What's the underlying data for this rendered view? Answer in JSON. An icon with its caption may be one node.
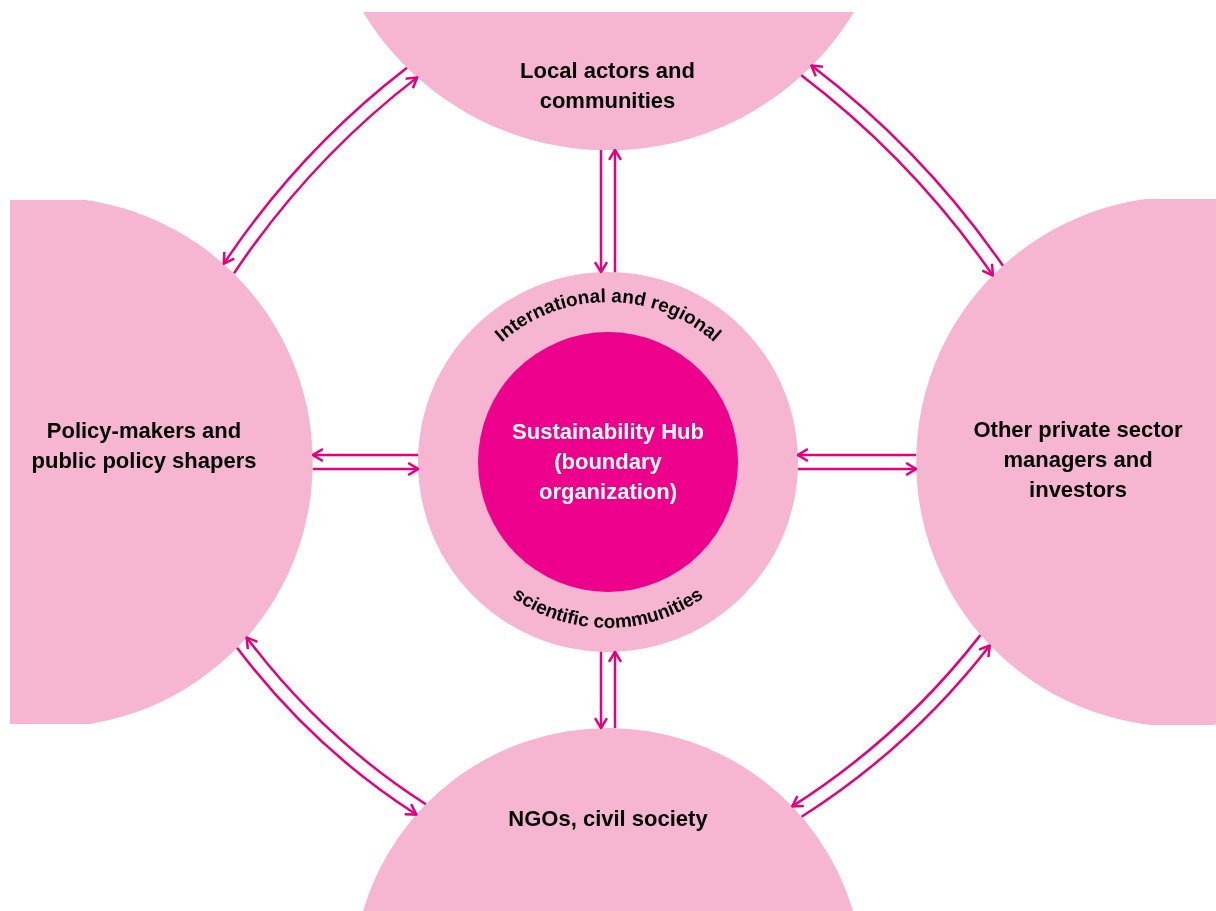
{
  "diagram": {
    "nodes": [
      {
        "text": [
          "Local actors and communities"
        ]
      },
      {
        "text": [
          "Policy-makers and public policy shapers"
        ]
      },
      {
        "text": [
          "International and regional",
          "scientific communities"
        ]
      },
      {
        "text": [
          "Sustainability Hub (boundary organization)"
        ],
        "in": 2
      },
      {
        "text": [
          "Other private sector managers and investors"
        ]
      },
      {
        "text": [
          "NGOs, civil society"
        ]
      }
    ],
    "edges": [
      {
        "from": 1,
        "to": 0,
        "arrow": "to"
      },
      {
        "from": 0,
        "to": 1,
        "arrow": "to"
      },
      {
        "from": 4,
        "to": 0,
        "arrow": "to"
      },
      {
        "from": 0,
        "to": 4,
        "arrow": "to"
      },
      {
        "from": 2,
        "to": 0,
        "arrow": "to"
      },
      {
        "from": 0,
        "to": 2,
        "arrow": "to"
      },
      {
        "from": 1,
        "to": 2,
        "arrow": "to"
      },
      {
        "from": 2,
        "to": 1,
        "arrow": "to"
      },
      {
        "from": 2,
        "to": 4,
        "arrow": "to"
      },
      {
        "from": 4,
        "to": 2,
        "arrow": "to"
      },
      {
        "from": 5,
        "to": 2,
        "arrow": "to"
      },
      {
        "from": 2,
        "to": 5,
        "arrow": "to"
      },
      {
        "from": 5,
        "to": 1,
        "arrow": "to"
      },
      {
        "from": 1,
        "to": 5,
        "arrow": "to"
      },
      {
        "from": 5,
        "to": 4,
        "arrow": "to"
      },
      {
        "from": 4,
        "to": 5,
        "arrow": "to"
      }
    ]
  }
}
